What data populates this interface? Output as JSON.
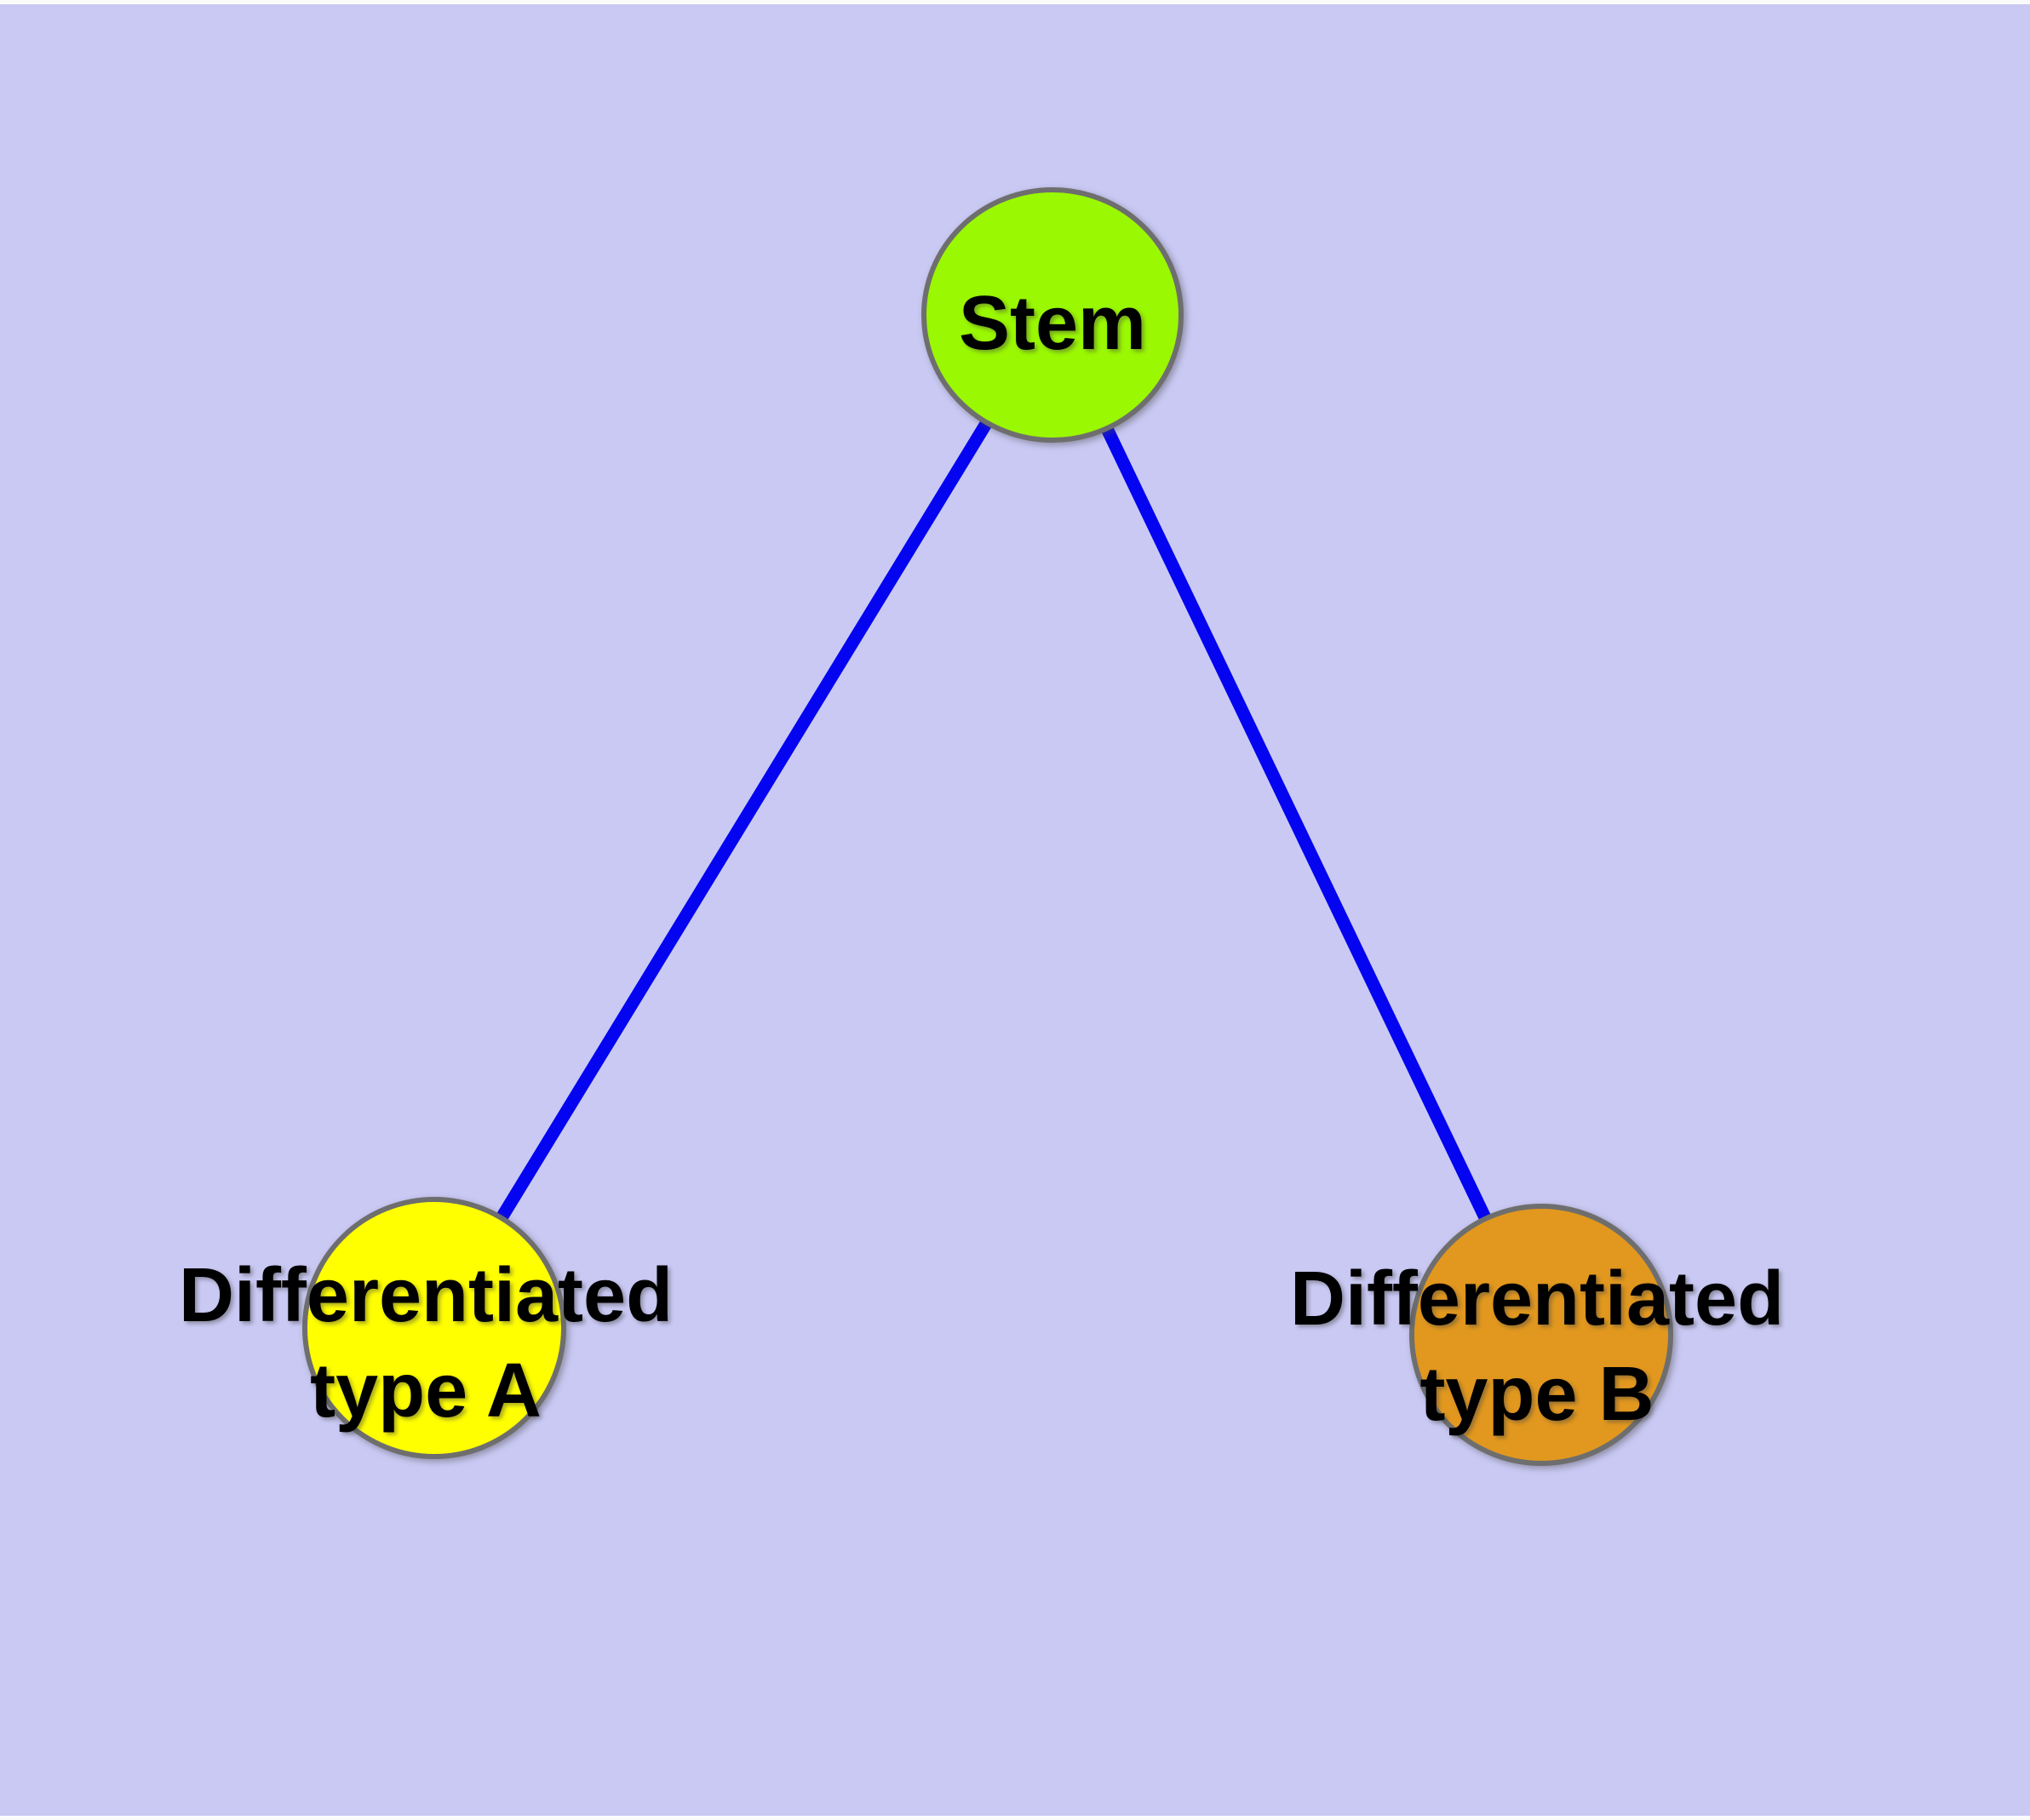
{
  "diagram": {
    "type": "node-link-graph",
    "nodes": {
      "stem": {
        "label": "Stem",
        "fill": "#9AF802"
      },
      "type_a": {
        "line1": "Differentiated",
        "line2": "type A",
        "fill": "#FFFF00"
      },
      "type_b": {
        "line1": "Differentiated",
        "line2": "type B",
        "fill": "#E2981E"
      }
    },
    "edges": [
      {
        "from": "stem",
        "to": "type_a"
      },
      {
        "from": "stem",
        "to": "type_b"
      }
    ]
  },
  "colors": {
    "background": "#C9C9F4",
    "frame": "#FBFBFB",
    "edge": "#0404F0",
    "node_border": "#6E6E6E",
    "text": "#000000"
  }
}
